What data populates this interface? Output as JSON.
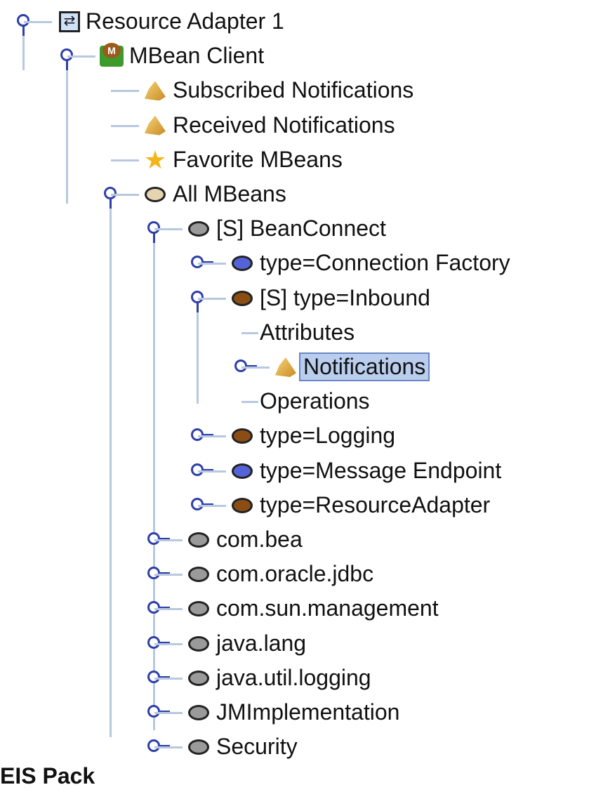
{
  "tree": [
    {
      "label": "Resource Adapter 1",
      "level": 0,
      "handle": "open",
      "icon": "adapter"
    },
    {
      "label": "MBean Client",
      "level": 1,
      "handle": "open",
      "icon": "client"
    },
    {
      "label": "Subscribed Notifications",
      "level": 2,
      "handle": "none",
      "icon": "bell"
    },
    {
      "label": "Received Notifications",
      "level": 2,
      "handle": "none",
      "icon": "bell"
    },
    {
      "label": "Favorite MBeans",
      "level": 2,
      "handle": "none",
      "icon": "star"
    },
    {
      "label": "All MBeans",
      "level": 2,
      "handle": "open",
      "icon": "mbean-brown-white"
    },
    {
      "label": "[S] BeanConnect",
      "level": 3,
      "handle": "open",
      "icon": "mbean-gray"
    },
    {
      "label": "type=Connection Factory",
      "level": 4,
      "handle": "closed",
      "icon": "mbean-blue"
    },
    {
      "label": "[S] type=Inbound",
      "level": 4,
      "handle": "open",
      "icon": "mbean-brown"
    },
    {
      "label": "Attributes",
      "level": 5,
      "handle": "none",
      "icon": "none"
    },
    {
      "label": "Notifications",
      "level": 5,
      "handle": "closed",
      "icon": "bell",
      "selected": true
    },
    {
      "label": "Operations",
      "level": 5,
      "handle": "none",
      "icon": "none"
    },
    {
      "label": "type=Logging",
      "level": 4,
      "handle": "closed",
      "icon": "mbean-brown"
    },
    {
      "label": "type=Message Endpoint",
      "level": 4,
      "handle": "closed",
      "icon": "mbean-blue"
    },
    {
      "label": "type=ResourceAdapter",
      "level": 4,
      "handle": "closed",
      "icon": "mbean-brown"
    },
    {
      "label": "com.bea",
      "level": 3,
      "handle": "closed",
      "icon": "mbean-gray"
    },
    {
      "label": "com.oracle.jdbc",
      "level": 3,
      "handle": "closed",
      "icon": "mbean-gray"
    },
    {
      "label": "com.sun.management",
      "level": 3,
      "handle": "closed",
      "icon": "mbean-gray"
    },
    {
      "label": "java.lang",
      "level": 3,
      "handle": "closed",
      "icon": "mbean-gray"
    },
    {
      "label": "java.util.logging",
      "level": 3,
      "handle": "closed",
      "icon": "mbean-gray"
    },
    {
      "label": "JMImplementation",
      "level": 3,
      "handle": "closed",
      "icon": "mbean-gray"
    },
    {
      "label": "Security",
      "level": 3,
      "handle": "closed",
      "icon": "mbean-gray"
    }
  ],
  "footer_partial": "EIS Pack",
  "colors": {
    "mbean-gray": "#9a9a9a",
    "mbean-blue": "#5563d8",
    "mbean-brown": "#8a4e14",
    "mbean-brown-white": "#e6d3b0",
    "selection": "#b9cdee"
  }
}
